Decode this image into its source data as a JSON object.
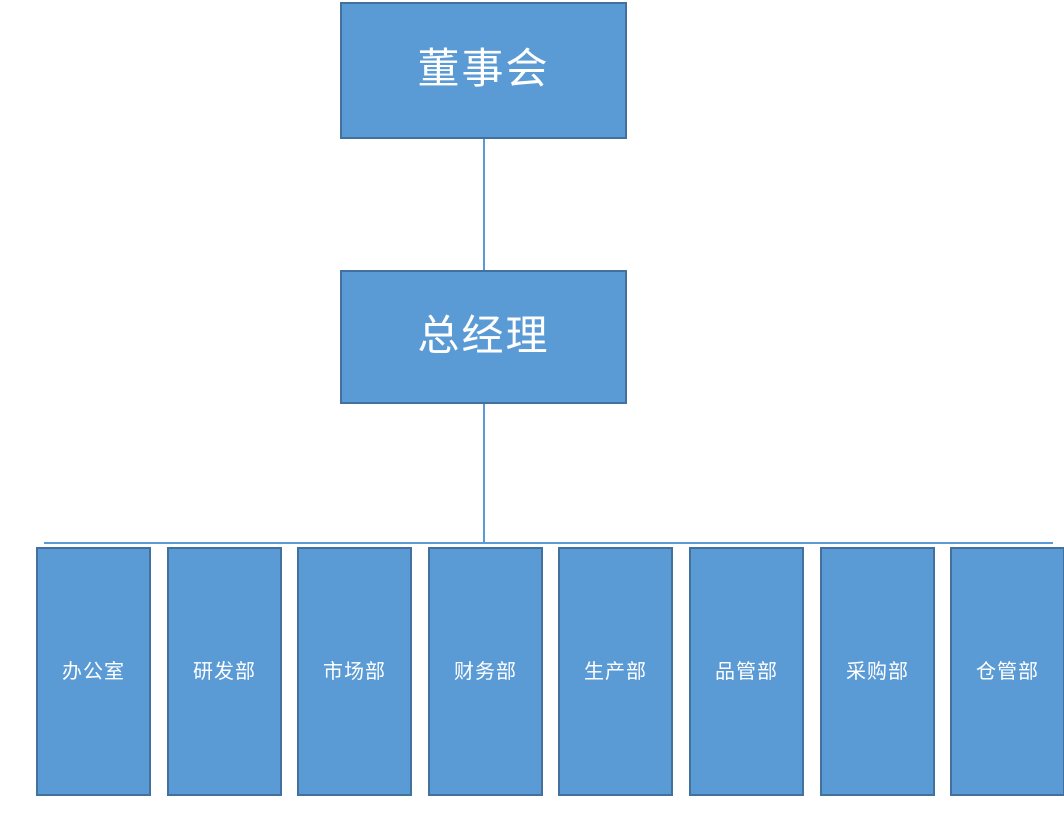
{
  "chart_data": {
    "type": "diagram",
    "title": "",
    "orientation": "top-down",
    "levels": 3,
    "nodes": [
      {
        "id": "board",
        "label": "董事会",
        "level": 1,
        "parent": null
      },
      {
        "id": "gm",
        "label": "总经理",
        "level": 2,
        "parent": "board"
      },
      {
        "id": "dept-1",
        "label": "办公室",
        "level": 3,
        "parent": "gm"
      },
      {
        "id": "dept-2",
        "label": "研发部",
        "level": 3,
        "parent": "gm"
      },
      {
        "id": "dept-3",
        "label": "市场部",
        "level": 3,
        "parent": "gm"
      },
      {
        "id": "dept-4",
        "label": "财务部",
        "level": 3,
        "parent": "gm"
      },
      {
        "id": "dept-5",
        "label": "生产部",
        "level": 3,
        "parent": "gm"
      },
      {
        "id": "dept-6",
        "label": "品管部",
        "level": 3,
        "parent": "gm"
      },
      {
        "id": "dept-7",
        "label": "采购部",
        "level": 3,
        "parent": "gm"
      },
      {
        "id": "dept-8",
        "label": "仓管部",
        "level": 3,
        "parent": "gm"
      }
    ],
    "edges": [
      {
        "from": "board",
        "to": "gm"
      },
      {
        "from": "gm",
        "to": "dept-1"
      },
      {
        "from": "gm",
        "to": "dept-2"
      },
      {
        "from": "gm",
        "to": "dept-3"
      },
      {
        "from": "gm",
        "to": "dept-4"
      },
      {
        "from": "gm",
        "to": "dept-5"
      },
      {
        "from": "gm",
        "to": "dept-6"
      },
      {
        "from": "gm",
        "to": "dept-7"
      },
      {
        "from": "gm",
        "to": "dept-8"
      }
    ],
    "colors": {
      "node_fill": "#5B9BD5",
      "node_border": "#41719C",
      "node_text": "#FFFFFF",
      "connector": "#5B9BD5",
      "background": "#FFFFFF"
    }
  },
  "org": {
    "board": {
      "label": "董事会"
    },
    "general_manager": {
      "label": "总经理"
    },
    "departments": [
      {
        "label": "办公室"
      },
      {
        "label": "研发部"
      },
      {
        "label": "市场部"
      },
      {
        "label": "财务部"
      },
      {
        "label": "生产部"
      },
      {
        "label": "品管部"
      },
      {
        "label": "采购部"
      },
      {
        "label": "仓管部"
      }
    ]
  }
}
